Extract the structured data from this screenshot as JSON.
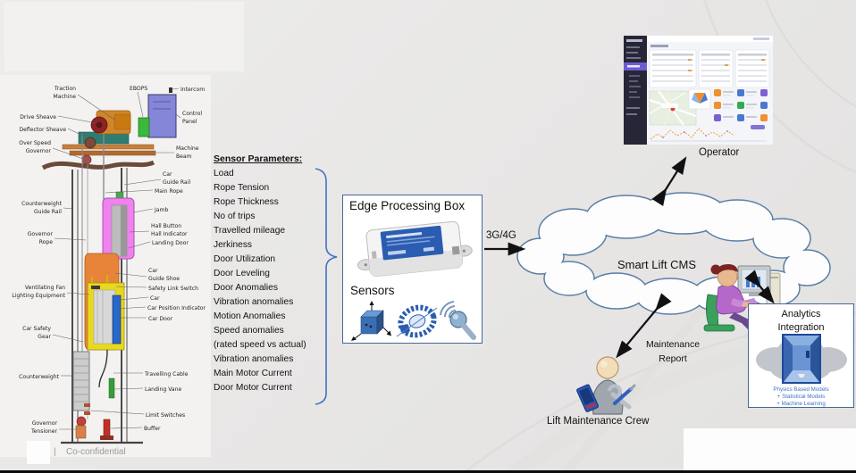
{
  "footer": {
    "divider": "|",
    "confidential": "Co-confidential"
  },
  "sensor_parameters": {
    "title": "Sensor Parameters:",
    "items": [
      "Load",
      "Rope Tension",
      "Rope Thickness",
      "No of trips",
      "Travelled mileage",
      "Jerkiness",
      "Door Utilization",
      "Door Leveling",
      "Door Anomalies",
      "Vibration anomalies",
      "Motion Anomalies",
      "Speed anomalies",
      "(rated speed vs actual)",
      "Vibration anomalies",
      "Main Motor Current",
      "Door Motor Current"
    ]
  },
  "edge_box": {
    "title": "Edge Processing Box",
    "sensors_label": "Sensors",
    "icons": [
      "accelerometer-cube-icon",
      "rotary-encoder-icon",
      "proximity-sensor-icon"
    ]
  },
  "network": {
    "link_label": "3G/4G"
  },
  "cloud": {
    "label": "Smart Lift CMS"
  },
  "operator": {
    "label": "Operator"
  },
  "maintenance": {
    "report_lines": [
      "Maintenance",
      "Report"
    ],
    "crew_label": "Lift Maintenance Crew"
  },
  "analytics": {
    "title_lines": [
      "Analytics",
      "Integration"
    ],
    "items": [
      "Physics Based Models",
      "+ Statistical Models",
      "+ Machine Learning"
    ]
  },
  "colors": {
    "box_border": "#44679c",
    "cloud_stroke": "#5b7fa6",
    "accent_blue": "#4472c4",
    "arrow": "#111111"
  },
  "elevator": {
    "left": [
      {
        "lines": [
          "Traction",
          "Machine"
        ]
      },
      {
        "lines": [
          "Drive Sheave"
        ]
      },
      {
        "lines": [
          "Deflector Sheave"
        ]
      },
      {
        "lines": [
          "Over Speed",
          "Governor"
        ]
      },
      {
        "lines": [
          "Counterweight",
          "Guide Rail"
        ]
      },
      {
        "lines": [
          "Governor",
          "Rope"
        ]
      },
      {
        "lines": [
          "Ventilating Fan",
          "Lighting Equipment"
        ]
      },
      {
        "lines": [
          "Car Safety",
          "Gear"
        ]
      },
      {
        "lines": [
          "Counterweight"
        ]
      },
      {
        "lines": [
          "Governor",
          "Tensioner"
        ]
      }
    ],
    "right": [
      {
        "lines": [
          "EBOPS"
        ]
      },
      {
        "lines": [
          "Intercom"
        ]
      },
      {
        "lines": [
          "Control",
          "Panel"
        ]
      },
      {
        "lines": [
          "Machine",
          "Beam"
        ]
      },
      {
        "lines": [
          "Car",
          "Guide Rail"
        ]
      },
      {
        "lines": [
          "Main Rope"
        ]
      },
      {
        "lines": [
          "Jamb"
        ]
      },
      {
        "lines": [
          "Hall Button",
          "Hall Indicator"
        ]
      },
      {
        "lines": [
          "Landing Door"
        ]
      },
      {
        "lines": [
          "Car",
          "Guide Shoe"
        ]
      },
      {
        "lines": [
          "Safety Link Switch"
        ]
      },
      {
        "lines": [
          "Car"
        ]
      },
      {
        "lines": [
          "Car Position Indicator"
        ]
      },
      {
        "lines": [
          "Car Door"
        ]
      },
      {
        "lines": [
          "Travelling Cable"
        ]
      },
      {
        "lines": [
          "Landing Vane"
        ]
      },
      {
        "lines": [
          "Limit Switches"
        ]
      },
      {
        "lines": [
          "Buffer"
        ]
      }
    ]
  }
}
